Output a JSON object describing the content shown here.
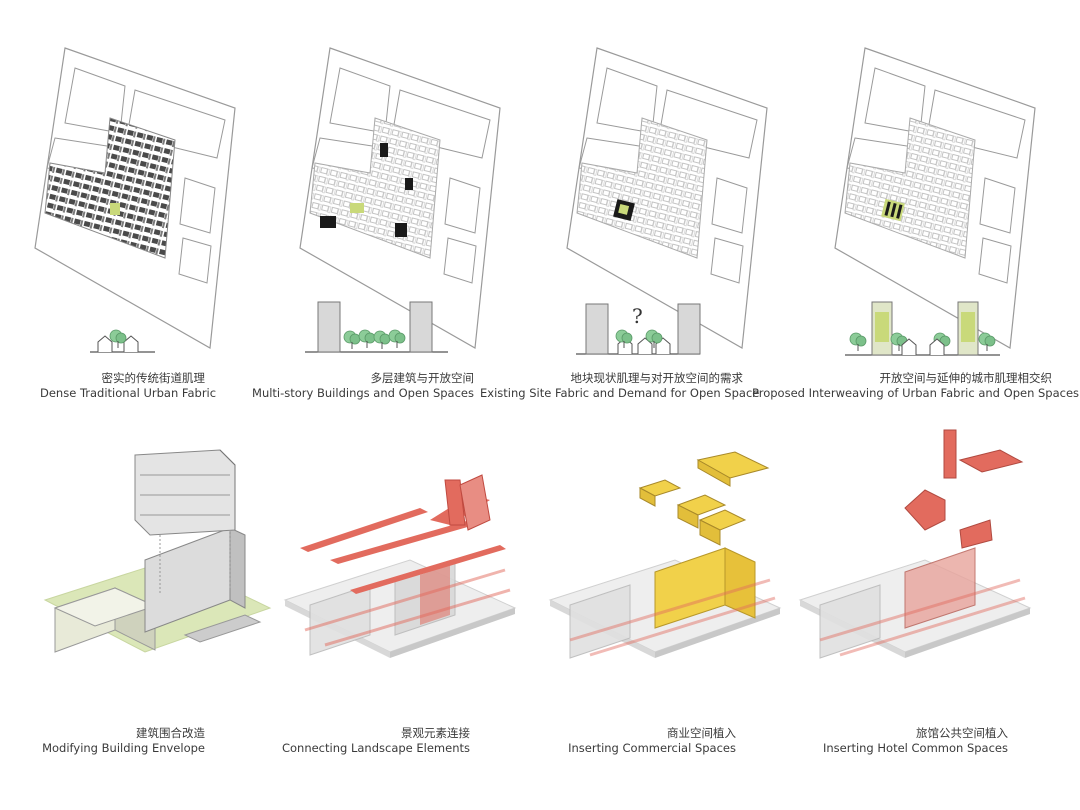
{
  "colors": {
    "accent_green": "#c9d97a",
    "accent_red": "#e26b5e",
    "accent_yellow": "#f1d14a",
    "block_gray": "#4a4a4a",
    "tree_green": "#7cc08a"
  },
  "top_row": [
    {
      "zh": "密实的传统街道肌理",
      "en": "Dense Traditional Urban Fabric"
    },
    {
      "zh": "多层建筑与开放空间",
      "en": "Multi-story Buildings and Open Spaces"
    },
    {
      "zh": "地块现状肌理与对开放空间的需求",
      "en": "Existing Site Fabric and Demand for Open Space",
      "mark": "?"
    },
    {
      "zh": "开放空间与延伸的城市肌理相交织",
      "en": "Proposed Interweaving of Urban Fabric and Open Spaces"
    }
  ],
  "bottom_row": [
    {
      "zh": "建筑围合改造",
      "en": "Modifying Building Envelope"
    },
    {
      "zh": "景观元素连接",
      "en": "Connecting Landscape Elements"
    },
    {
      "zh": "商业空间植入",
      "en": "Inserting Commercial Spaces"
    },
    {
      "zh": "旅馆公共空间植入",
      "en": "Inserting Hotel Common Spaces"
    }
  ]
}
